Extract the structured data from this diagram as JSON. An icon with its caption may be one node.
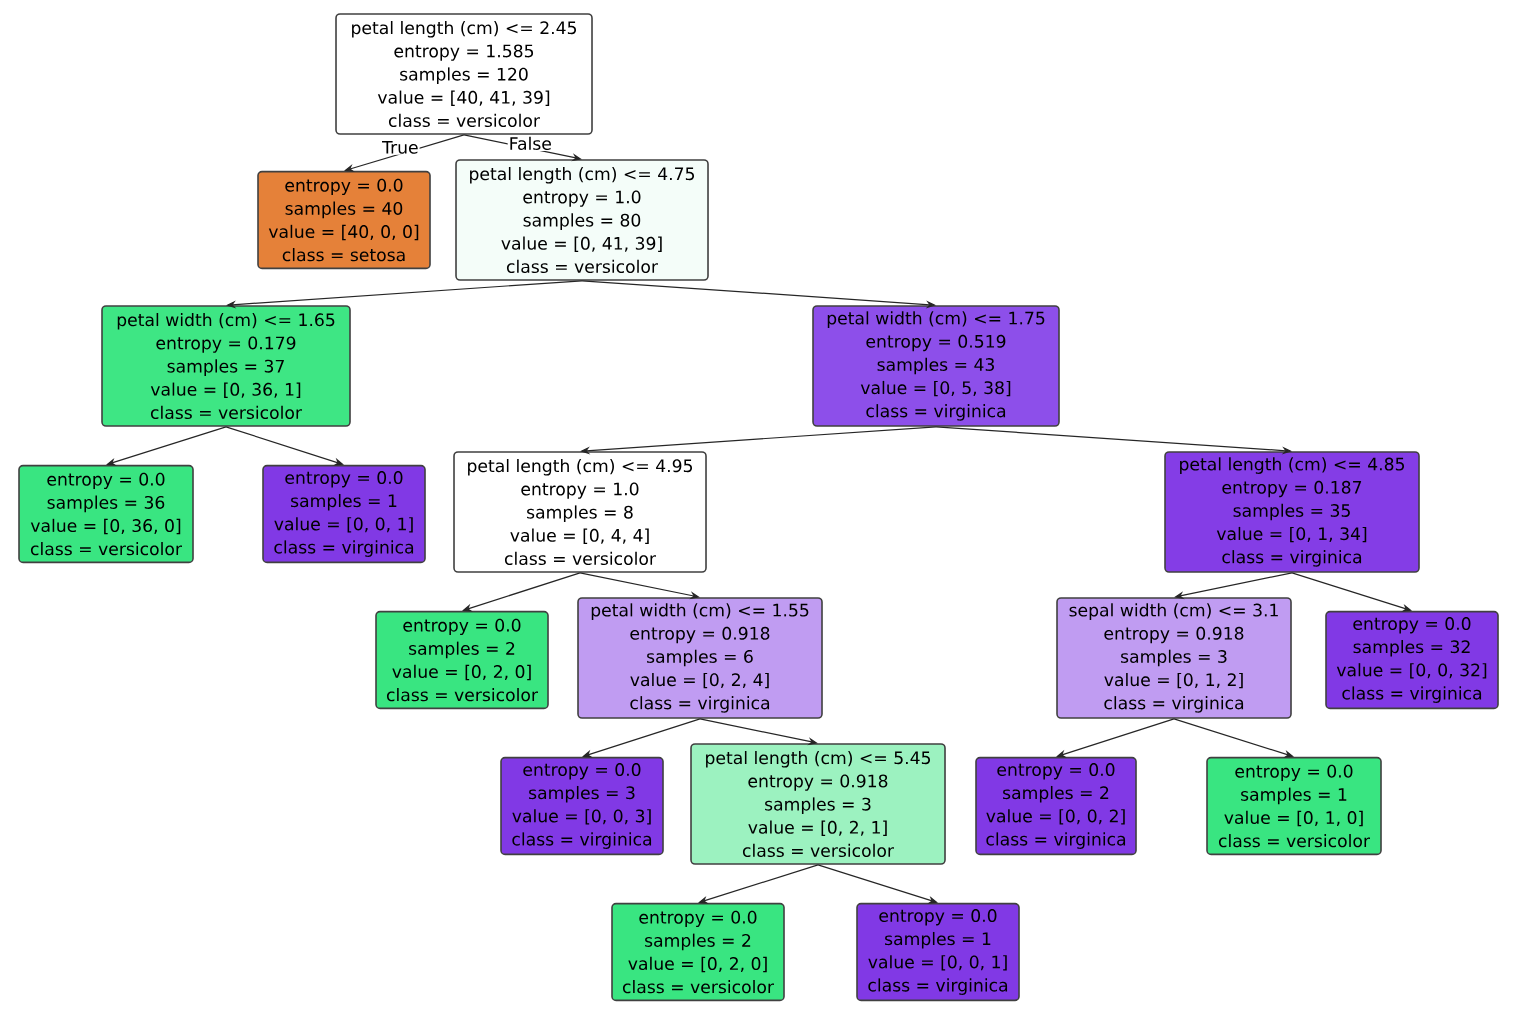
{
  "diagram": {
    "nodes": [
      {
        "text": [
          "petal length (cm) <= 2.45",
          "entropy = 1.585",
          "samples = 120",
          "value = [40, 41, 39]",
          "class = versicolor"
        ]
      },
      {
        "text": [
          "entropy = 0.0",
          "samples = 40",
          "value = [40, 0, 0]",
          "class = setosa"
        ]
      },
      {
        "text": [
          "petal length (cm) <= 4.75",
          "entropy = 1.0",
          "samples = 80",
          "value = [0, 41, 39]",
          "class = versicolor"
        ]
      },
      {
        "text": [
          "petal width (cm) <= 1.65",
          "entropy = 0.179",
          "samples = 37",
          "value = [0, 36, 1]",
          "class = versicolor"
        ]
      },
      {
        "text": [
          "petal width (cm) <= 1.75",
          "entropy = 0.519",
          "samples = 43",
          "value = [0, 5, 38]",
          "class = virginica"
        ]
      },
      {
        "text": [
          "entropy = 0.0",
          "samples = 36",
          "value = [0, 36, 0]",
          "class = versicolor"
        ]
      },
      {
        "text": [
          "entropy = 0.0",
          "samples = 1",
          "value = [0, 0, 1]",
          "class = virginica"
        ]
      },
      {
        "text": [
          "petal length (cm) <= 4.95",
          "entropy = 1.0",
          "samples = 8",
          "value = [0, 4, 4]",
          "class = versicolor"
        ]
      },
      {
        "text": [
          "petal length (cm) <= 4.85",
          "entropy = 0.187",
          "samples = 35",
          "value = [0, 1, 34]",
          "class = virginica"
        ]
      },
      {
        "text": [
          "entropy = 0.0",
          "samples = 2",
          "value = [0, 2, 0]",
          "class = versicolor"
        ]
      },
      {
        "text": [
          "petal width (cm) <= 1.55",
          "entropy = 0.918",
          "samples = 6",
          "value = [0, 2, 4]",
          "class = virginica"
        ]
      },
      {
        "text": [
          "sepal width (cm) <= 3.1",
          "entropy = 0.918",
          "samples = 3",
          "value = [0, 1, 2]",
          "class = virginica"
        ]
      },
      {
        "text": [
          "entropy = 0.0",
          "samples = 32",
          "value = [0, 0, 32]",
          "class = virginica"
        ]
      },
      {
        "text": [
          "entropy = 0.0",
          "samples = 3",
          "value = [0, 0, 3]",
          "class = virginica"
        ]
      },
      {
        "text": [
          "petal length (cm) <= 5.45",
          "entropy = 0.918",
          "samples = 3",
          "value = [0, 2, 1]",
          "class = versicolor"
        ]
      },
      {
        "text": [
          "entropy = 0.0",
          "samples = 2",
          "value = [0, 0, 2]",
          "class = virginica"
        ]
      },
      {
        "text": [
          "entropy = 0.0",
          "samples = 1",
          "value = [0, 1, 0]",
          "class = versicolor"
        ]
      },
      {
        "text": [
          "entropy = 0.0",
          "samples = 2",
          "value = [0, 2, 0]",
          "class = versicolor"
        ]
      },
      {
        "text": [
          "entropy = 0.0",
          "samples = 1",
          "value = [0, 0, 1]",
          "class = virginica"
        ]
      }
    ],
    "edges": [
      {
        "from": 0,
        "to": 1,
        "arrow": "to",
        "label": "True"
      },
      {
        "from": 0,
        "to": 2,
        "arrow": "to",
        "label": "False"
      },
      {
        "from": 2,
        "to": 3,
        "arrow": "to"
      },
      {
        "from": 2,
        "to": 4,
        "arrow": "to"
      },
      {
        "from": 3,
        "to": 5,
        "arrow": "to"
      },
      {
        "from": 3,
        "to": 6,
        "arrow": "to"
      },
      {
        "from": 4,
        "to": 7,
        "arrow": "to"
      },
      {
        "from": 4,
        "to": 8,
        "arrow": "to"
      },
      {
        "from": 7,
        "to": 9,
        "arrow": "to"
      },
      {
        "from": 7,
        "to": 10,
        "arrow": "to"
      },
      {
        "from": 8,
        "to": 11,
        "arrow": "to"
      },
      {
        "from": 8,
        "to": 12,
        "arrow": "to"
      },
      {
        "from": 10,
        "to": 13,
        "arrow": "to"
      },
      {
        "from": 10,
        "to": 14,
        "arrow": "to"
      },
      {
        "from": 11,
        "to": 15,
        "arrow": "to"
      },
      {
        "from": 11,
        "to": 16,
        "arrow": "to"
      },
      {
        "from": 14,
        "to": 17,
        "arrow": "to"
      },
      {
        "from": 14,
        "to": 18,
        "arrow": "to"
      }
    ]
  }
}
